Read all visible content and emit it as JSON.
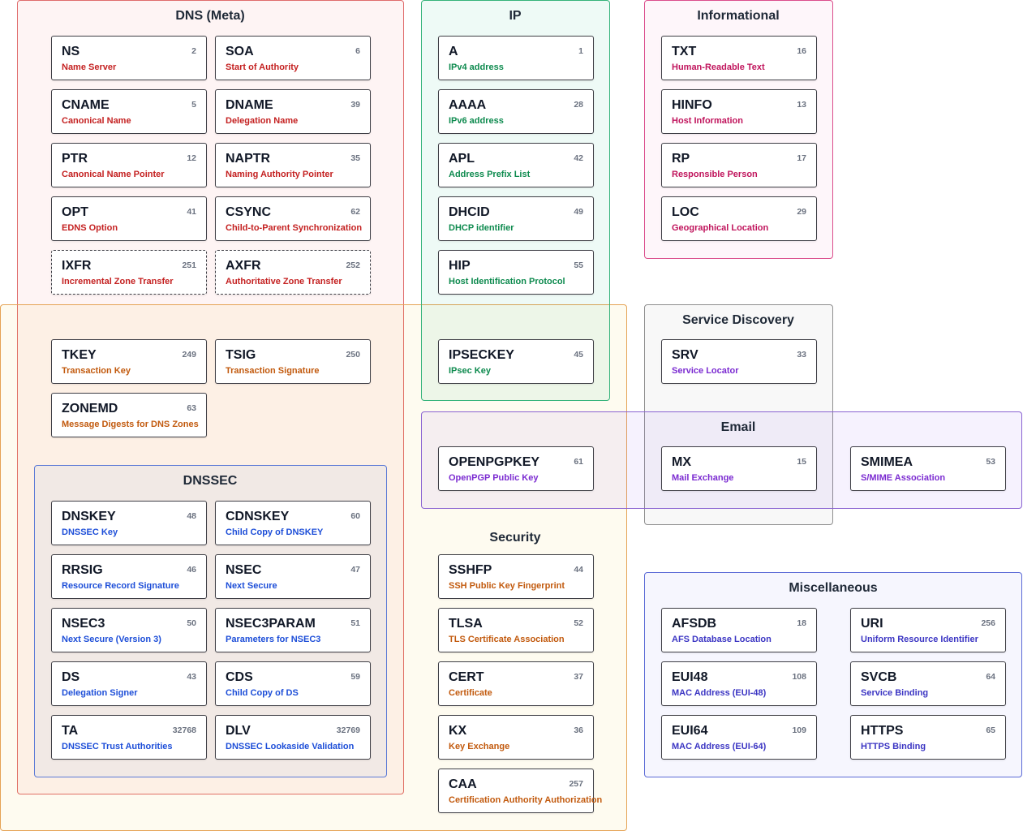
{
  "groups": [
    {
      "key": "dns",
      "title": "DNS (Meta)",
      "border": "#e06c6c",
      "bg": "rgba(239,68,68,0.06)"
    },
    {
      "key": "ip",
      "title": "IP",
      "border": "#34b37a",
      "bg": "rgba(16,185,129,0.07)"
    },
    {
      "key": "info",
      "title": "Informational",
      "border": "#db4d8c",
      "bg": "rgba(236,72,153,0.05)"
    },
    {
      "key": "sec",
      "title": "Security",
      "border": "#e5a355",
      "bg": "rgba(234,179,8,0.06)"
    },
    {
      "key": "sd",
      "title": "Service Discovery",
      "border": "#8f8f8f",
      "bg": "rgba(120,120,120,0.05)"
    },
    {
      "key": "email",
      "title": "Email",
      "border": "#8a63d2",
      "bg": "rgba(139,92,246,0.08)"
    },
    {
      "key": "dnssec",
      "title": "DNSSEC",
      "border": "#5b7ad6",
      "bg": "rgba(59,130,246,0.06)"
    },
    {
      "key": "misc",
      "title": "Miscellaneous",
      "border": "#5b6ad6",
      "bg": "rgba(79,70,229,0.05)"
    }
  ],
  "colors": {
    "red": "#c42121",
    "green": "#0d8a4e",
    "pink": "#c0145c",
    "orange": "#c25a0e",
    "purple": "#7b2bd1",
    "blue": "#1d4ed8",
    "indigo": "#3b35c3"
  },
  "cards": [
    {
      "name": "NS",
      "desc": "Name Server",
      "code": "2",
      "color": "red"
    },
    {
      "name": "SOA",
      "desc": "Start of Authority",
      "code": "6",
      "color": "red"
    },
    {
      "name": "CNAME",
      "desc": "Canonical Name",
      "code": "5",
      "color": "red"
    },
    {
      "name": "DNAME",
      "desc": "Delegation Name",
      "code": "39",
      "color": "red"
    },
    {
      "name": "PTR",
      "desc": "Canonical Name Pointer",
      "code": "12",
      "color": "red"
    },
    {
      "name": "NAPTR",
      "desc": "Naming Authority Pointer",
      "code": "35",
      "color": "red"
    },
    {
      "name": "OPT",
      "desc": "EDNS Option",
      "code": "41",
      "color": "red"
    },
    {
      "name": "CSYNC",
      "desc": "Child-to-Parent Synchronization",
      "code": "62",
      "color": "red"
    },
    {
      "name": "IXFR",
      "desc": "Incremental Zone Transfer",
      "code": "251",
      "color": "red",
      "dashed": true
    },
    {
      "name": "AXFR",
      "desc": "Authoritative Zone Transfer",
      "code": "252",
      "color": "red",
      "dashed": true
    },
    {
      "name": "TKEY",
      "desc": "Transaction Key",
      "code": "249",
      "color": "orange"
    },
    {
      "name": "TSIG",
      "desc": "Transaction Signature",
      "code": "250",
      "color": "orange"
    },
    {
      "name": "ZONEMD",
      "desc": "Message Digests for DNS Zones",
      "code": "63",
      "color": "orange"
    },
    {
      "name": "DNSKEY",
      "desc": "DNSSEC Key",
      "code": "48",
      "color": "blue"
    },
    {
      "name": "CDNSKEY",
      "desc": "Child Copy of DNSKEY",
      "code": "60",
      "color": "blue"
    },
    {
      "name": "RRSIG",
      "desc": "Resource Record Signature",
      "code": "46",
      "color": "blue"
    },
    {
      "name": "NSEC",
      "desc": "Next Secure",
      "code": "47",
      "color": "blue"
    },
    {
      "name": "NSEC3",
      "desc": "Next Secure (Version 3)",
      "code": "50",
      "color": "blue"
    },
    {
      "name": "NSEC3PARAM",
      "desc": "Parameters for NSEC3",
      "code": "51",
      "color": "blue"
    },
    {
      "name": "DS",
      "desc": "Delegation Signer",
      "code": "43",
      "color": "blue"
    },
    {
      "name": "CDS",
      "desc": "Child Copy of DS",
      "code": "59",
      "color": "blue"
    },
    {
      "name": "TA",
      "desc": "DNSSEC Trust Authorities",
      "code": "32768",
      "color": "blue"
    },
    {
      "name": "DLV",
      "desc": "DNSSEC Lookaside Validation",
      "code": "32769",
      "color": "blue"
    },
    {
      "name": "A",
      "desc": "IPv4 address",
      "code": "1",
      "color": "green"
    },
    {
      "name": "AAAA",
      "desc": "IPv6 address",
      "code": "28",
      "color": "green"
    },
    {
      "name": "APL",
      "desc": "Address Prefix List",
      "code": "42",
      "color": "green"
    },
    {
      "name": "DHCID",
      "desc": "DHCP identifier",
      "code": "49",
      "color": "green"
    },
    {
      "name": "HIP",
      "desc": "Host Identification Protocol",
      "code": "55",
      "color": "green"
    },
    {
      "name": "IPSECKEY",
      "desc": "IPsec Key",
      "code": "45",
      "color": "green"
    },
    {
      "name": "OPENPGPKEY",
      "desc": "OpenPGP Public Key",
      "code": "61",
      "color": "purple"
    },
    {
      "name": "SSHFP",
      "desc": "SSH Public Key Fingerprint",
      "code": "44",
      "color": "orange"
    },
    {
      "name": "TLSA",
      "desc": "TLS Certificate Association",
      "code": "52",
      "color": "orange"
    },
    {
      "name": "CERT",
      "desc": "Certificate",
      "code": "37",
      "color": "orange"
    },
    {
      "name": "KX",
      "desc": "Key Exchange",
      "code": "36",
      "color": "orange"
    },
    {
      "name": "CAA",
      "desc": "Certification Authority Authorization",
      "code": "257",
      "color": "orange"
    },
    {
      "name": "TXT",
      "desc": "Human-Readable Text",
      "code": "16",
      "color": "pink"
    },
    {
      "name": "HINFO",
      "desc": "Host Information",
      "code": "13",
      "color": "pink"
    },
    {
      "name": "RP",
      "desc": "Responsible Person",
      "code": "17",
      "color": "pink"
    },
    {
      "name": "LOC",
      "desc": "Geographical Location",
      "code": "29",
      "color": "pink"
    },
    {
      "name": "SRV",
      "desc": "Service Locator",
      "code": "33",
      "color": "purple"
    },
    {
      "name": "MX",
      "desc": "Mail Exchange",
      "code": "15",
      "color": "purple"
    },
    {
      "name": "SMIMEA",
      "desc": "S/MIME Association",
      "code": "53",
      "color": "purple"
    },
    {
      "name": "AFSDB",
      "desc": "AFS Database Location",
      "code": "18",
      "color": "indigo"
    },
    {
      "name": "URI",
      "desc": "Uniform Resource Identifier",
      "code": "256",
      "color": "indigo"
    },
    {
      "name": "EUI48",
      "desc": "MAC Address (EUI-48)",
      "code": "108",
      "color": "indigo"
    },
    {
      "name": "SVCB",
      "desc": "Service Binding",
      "code": "64",
      "color": "indigo"
    },
    {
      "name": "EUI64",
      "desc": "MAC Address (EUI-64)",
      "code": "109",
      "color": "indigo"
    },
    {
      "name": "HTTPS",
      "desc": "HTTPS Binding",
      "code": "65",
      "color": "indigo"
    }
  ]
}
